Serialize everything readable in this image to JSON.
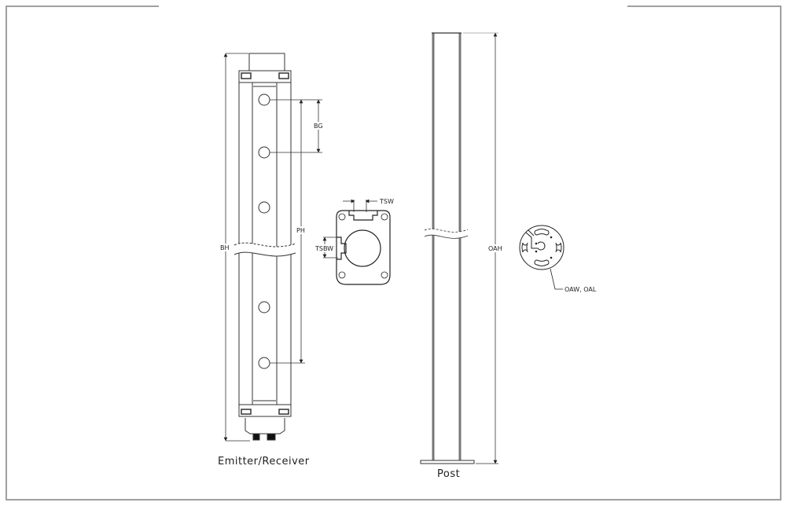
{
  "labels": {
    "bh": "BH",
    "ph": "PH",
    "bg": "BG",
    "tsw": "TSW",
    "tsbw": "TSBW",
    "oah": "OAH",
    "oaw_oal": "OAW, OAL"
  },
  "captions": {
    "emitter": "Emitter/Receiver",
    "post": "Post"
  }
}
